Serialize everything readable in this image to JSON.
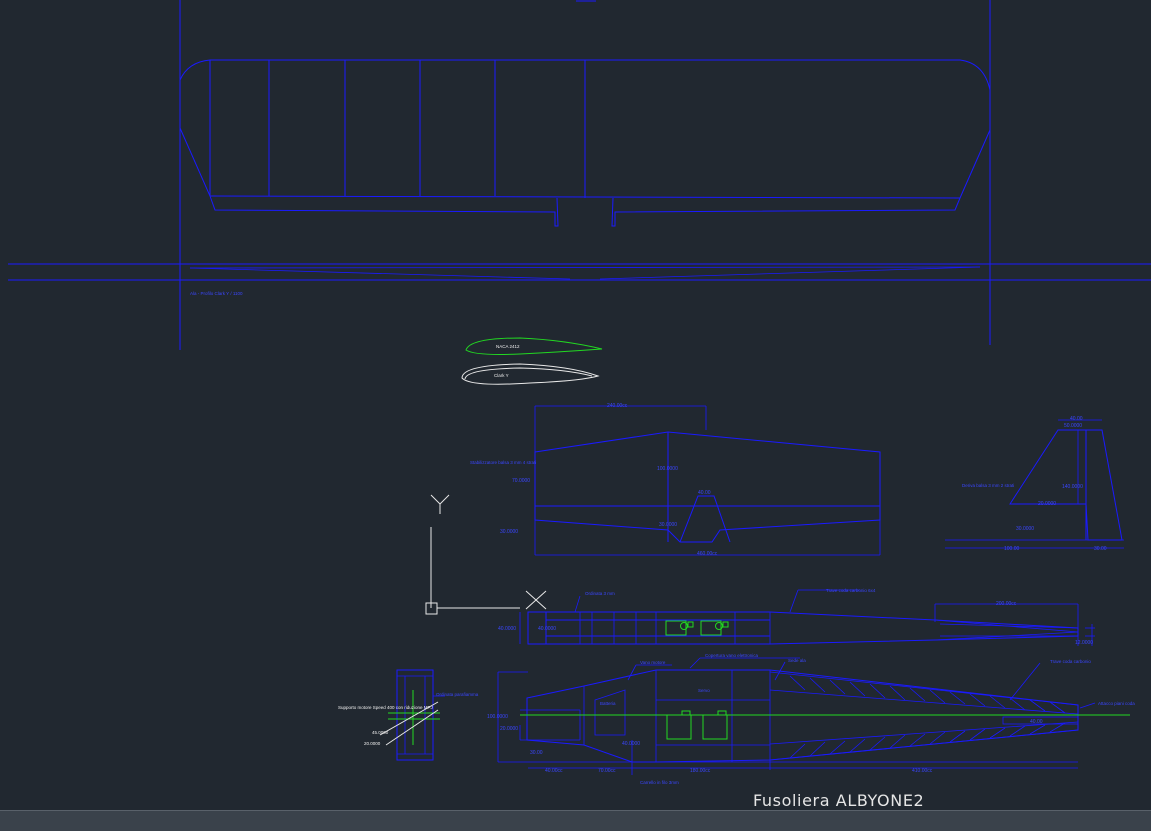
{
  "drawing": {
    "title": "Fusoliera ALBYONE2",
    "colors": {
      "background": "#212830",
      "lines": "#1a1aff",
      "highlight": "#22d822",
      "profile": "#e8e8e8",
      "status_strip": "#3a424b"
    },
    "wing_note": "Ala - Profilo Clark Y / 1100",
    "airfoils": {
      "upper_label": "NACA 2412",
      "lower_label": "Clark Y"
    },
    "stabilizer": {
      "dim_span": "240.00cc",
      "dim_chord_root": "100.0000",
      "dim_chord_tip": "70.0000",
      "dim_elevator": "30.0000",
      "dim_cutout_w": "40.00",
      "dim_cutout_h": "30.0000",
      "dim_total": "460.00cc",
      "note": "Stabilizzatore balsa 3 mm 4 strati"
    },
    "fin": {
      "dim_top": "40.00",
      "dim_top2": "50.0000",
      "dim_height": "140.0000",
      "dim_rudder": "20.0000",
      "dim_root": "30.0000",
      "dim_base": "100.00",
      "dim_base2": "30.00",
      "note": "Deriva balsa 3 mm 2 strati"
    },
    "fuselage_top": {
      "label_front": "Ordinata 3 mm",
      "label_tail": "Trave coda carbonio 6x4",
      "dim_nose": "40.0000",
      "dim_width": "40.0000",
      "dim_tail": "200.00cc",
      "dim_end": "12.0000"
    },
    "fuselage_side": {
      "label_servo": "Servo",
      "label_battery": "Batteria",
      "label_front_box": "Vano motore",
      "label_deck": "Copertura vano elettronica",
      "label_wing_seat": "Sede ala",
      "label_boom": "Trave coda carbonio",
      "label_boom_end": "Attacco piani coda",
      "dim_height": "100.0000",
      "dim_nose": "20.0000",
      "dim_a": "30.00",
      "dim_b": "40.0000",
      "dim_seg1": "40.00cc",
      "dim_seg2": "70.00cc",
      "dim_seg3": "180.00cc",
      "dim_tail": "410.00cc",
      "dim_tail_end": "40.00",
      "bottom_note": "Carrello in filo 3mm"
    },
    "motor_mount": {
      "note": "Supporto motore Speed 400 con riduzione MPJ",
      "side_note": "Ordinata parafiamma",
      "dim_a": "45.0000",
      "dim_b": "20.0000"
    }
  }
}
